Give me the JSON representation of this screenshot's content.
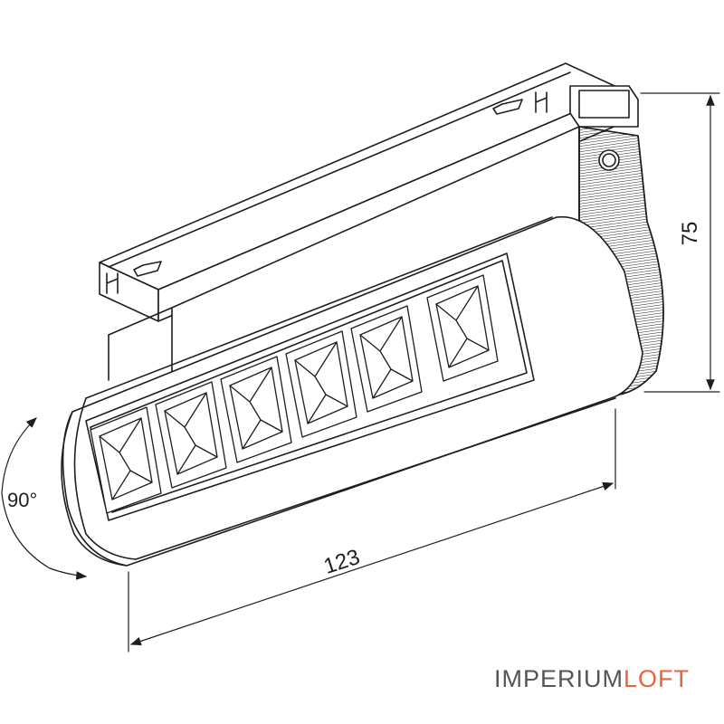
{
  "dimensions": {
    "length": "123",
    "height": "75",
    "rotation": "90°"
  },
  "logo": {
    "part1": "IMPERIUM",
    "part2": "LOFT",
    "color1": "#555555",
    "color2": "#e8643c"
  },
  "line_color": "#1e1e1e"
}
